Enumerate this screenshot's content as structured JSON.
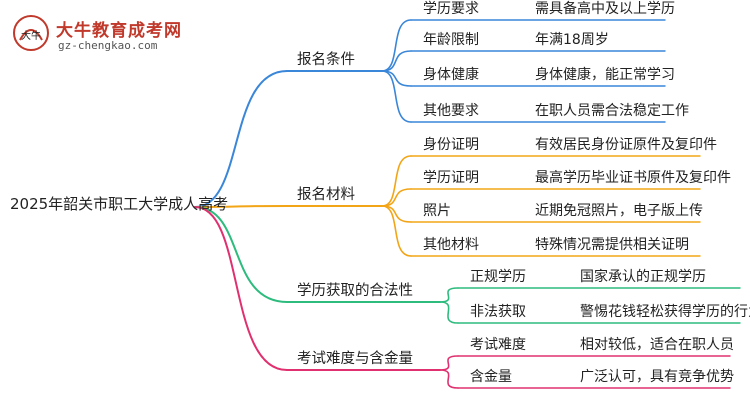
{
  "logo": {
    "title": "大牛教育成考网",
    "url": "gz-chengkao.com",
    "badge_text": "大牛"
  },
  "mindmap": {
    "root": "2025年韶关市职工大学成人高考",
    "branches": [
      {
        "label": "报名条件",
        "color": "#3a86d8",
        "items": [
          {
            "key": "学历要求",
            "value": "需具备高中及以上学历"
          },
          {
            "key": "年龄限制",
            "value": "年满18周岁"
          },
          {
            "key": "身体健康",
            "value": "身体健康，能正常学习"
          },
          {
            "key": "其他要求",
            "value": "在职人员需合法稳定工作"
          }
        ]
      },
      {
        "label": "报名材料",
        "color": "#f2a516",
        "items": [
          {
            "key": "身份证明",
            "value": "有效居民身份证原件及复印件"
          },
          {
            "key": "学历证明",
            "value": "最高学历毕业证书原件及复印件"
          },
          {
            "key": "照片",
            "value": "近期免冠照片，电子版上传"
          },
          {
            "key": "其他材料",
            "value": "特殊情况需提供相关证明"
          }
        ]
      },
      {
        "label": "学历获取的合法性",
        "color": "#2dbb7e",
        "items": [
          {
            "key": "正规学历",
            "value": "国家承认的正规学历"
          },
          {
            "key": "非法获取",
            "value": "警惕花钱轻松获得学历的行为"
          }
        ]
      },
      {
        "label": "考试难度与含金量",
        "color": "#e0306f",
        "items": [
          {
            "key": "考试难度",
            "value": "相对较低，适合在职人员"
          },
          {
            "key": "含金量",
            "value": "广泛认可，具有竞争优势"
          }
        ]
      }
    ]
  }
}
